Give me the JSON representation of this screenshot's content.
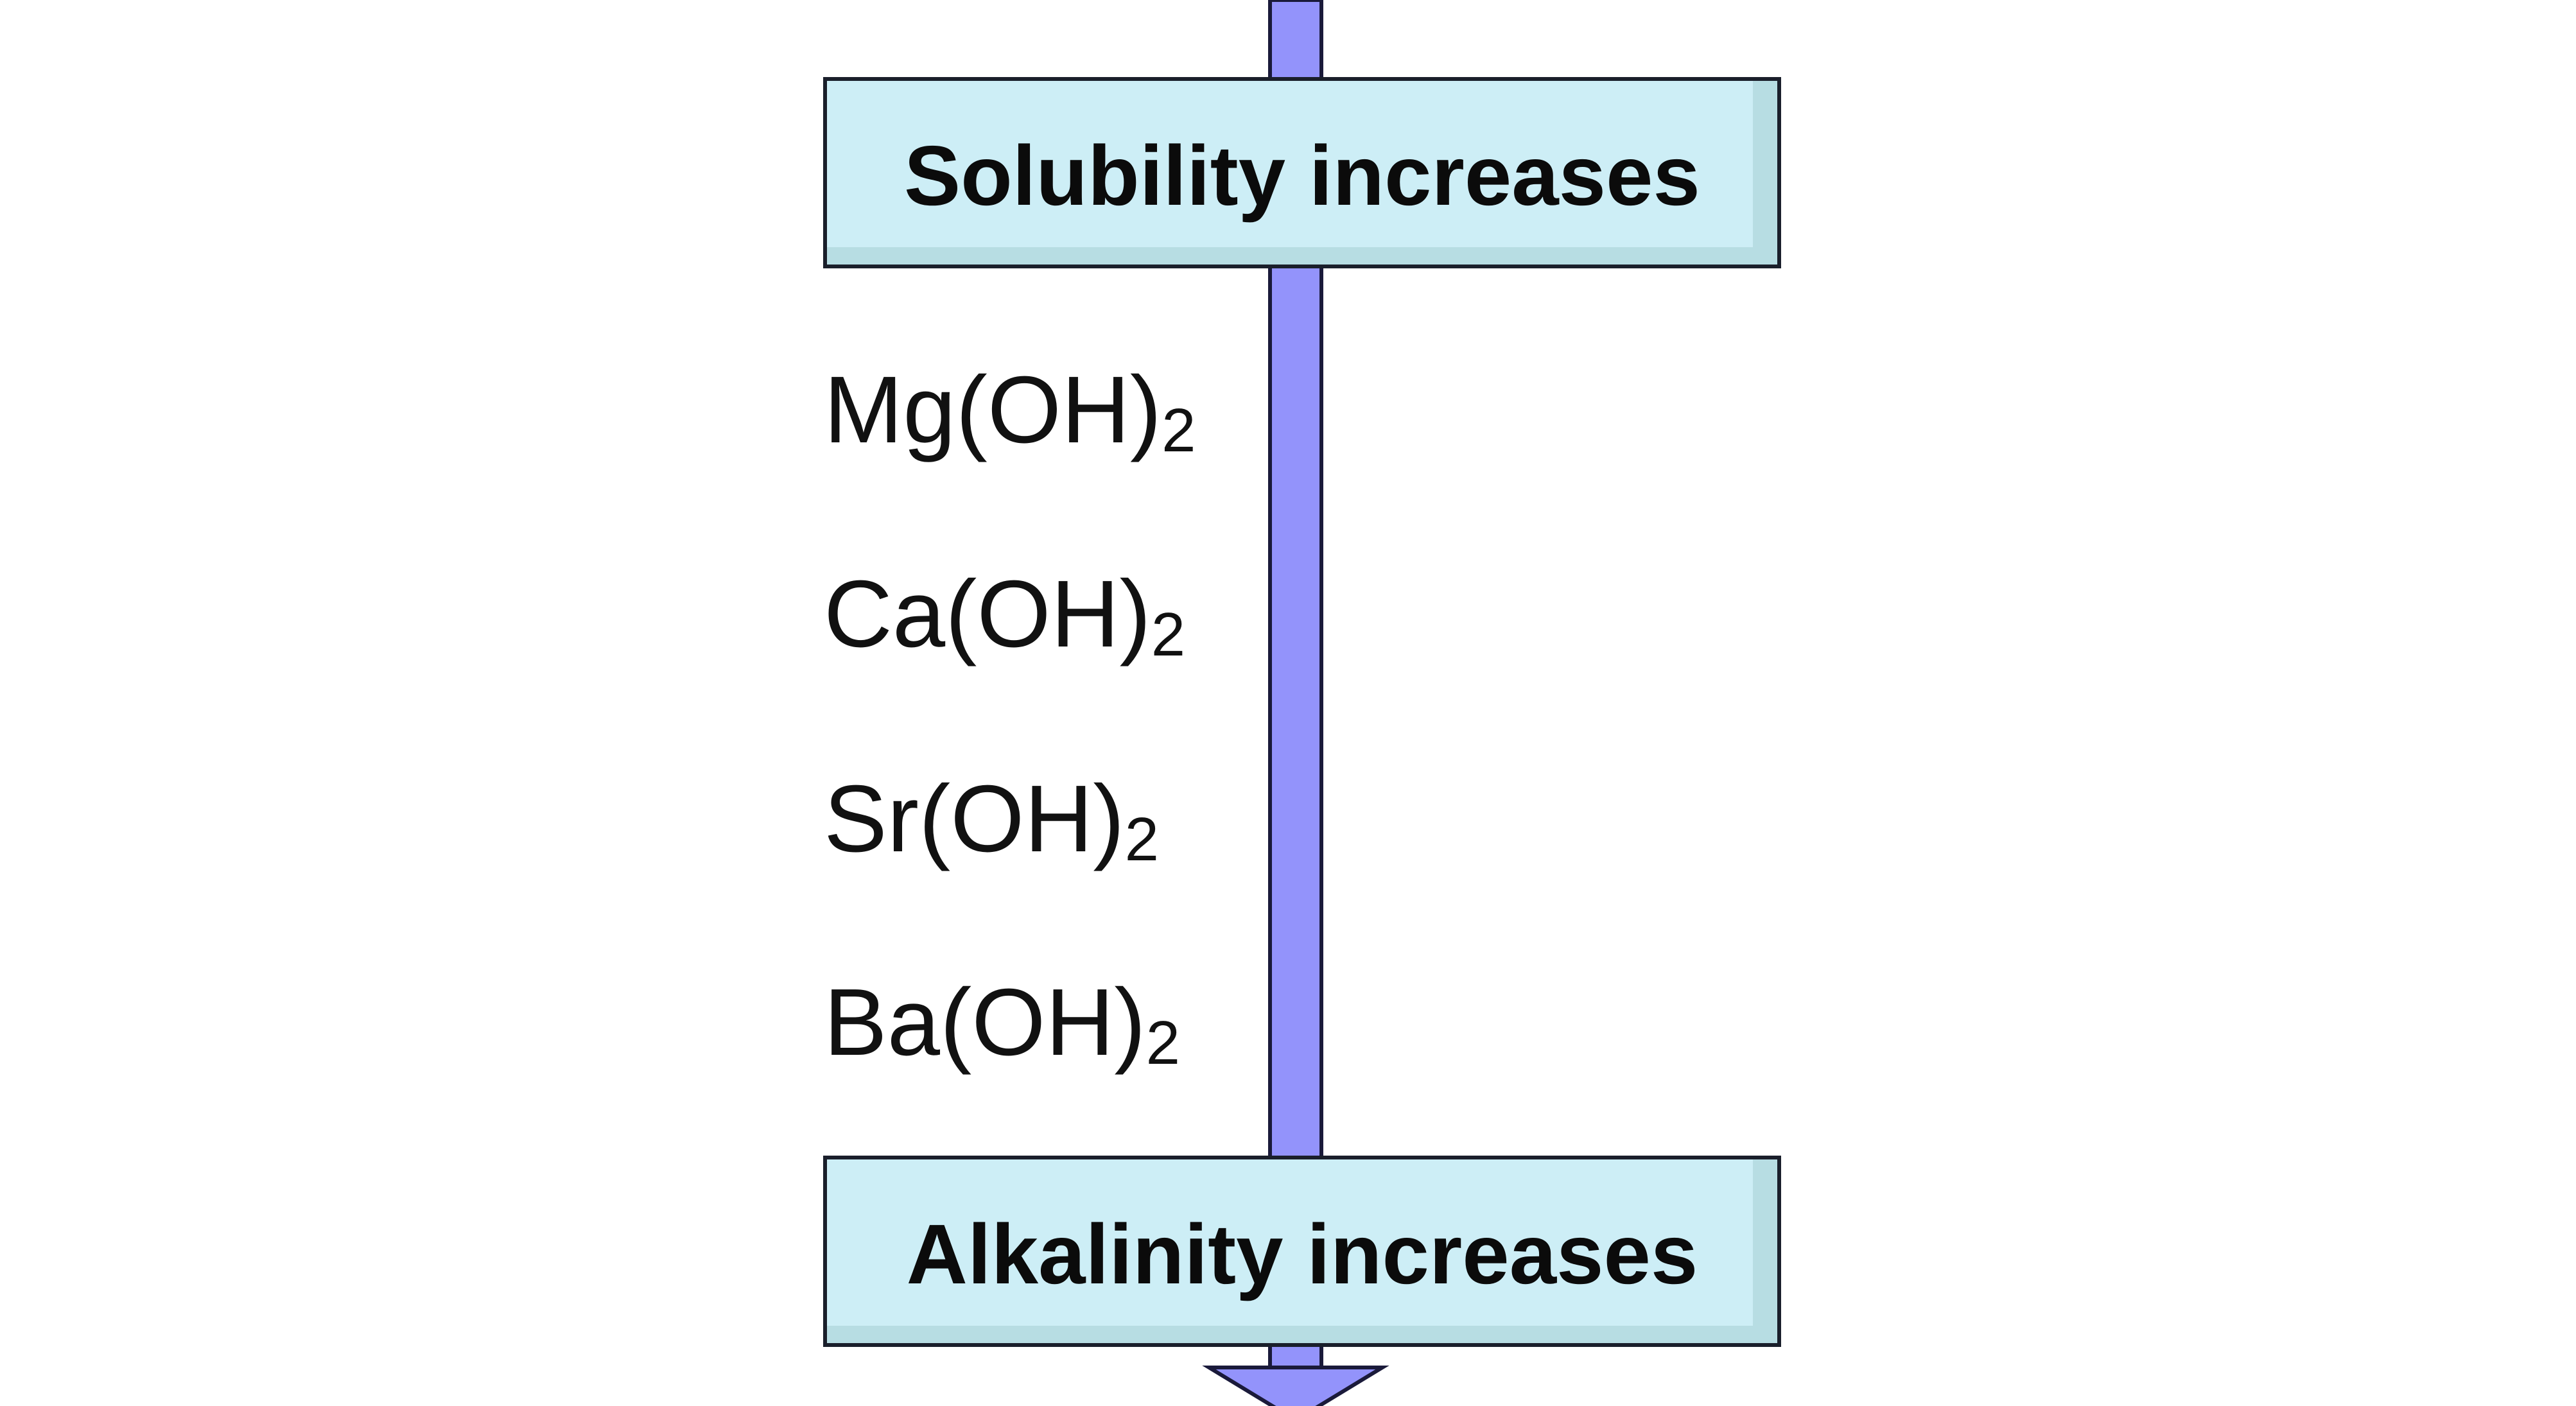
{
  "colors": {
    "arrow_fill": "#9393fb",
    "arrow_stroke": "#1a1a3a",
    "box_fill": "#cdeef6",
    "box_shade": "#b7dde3",
    "box_stroke": "#1a1f2b",
    "text": "#111111"
  },
  "diagram": {
    "top_label": "Solubility increases",
    "bottom_label": "Alkalinity increases",
    "arrow_direction": "down",
    "compounds": [
      {
        "base": "Mg(OH)",
        "subscript": "2"
      },
      {
        "base": "Ca(OH)",
        "subscript": "2"
      },
      {
        "base": "Sr(OH)",
        "subscript": "2"
      },
      {
        "base": "Ba(OH)",
        "subscript": "2"
      }
    ]
  }
}
